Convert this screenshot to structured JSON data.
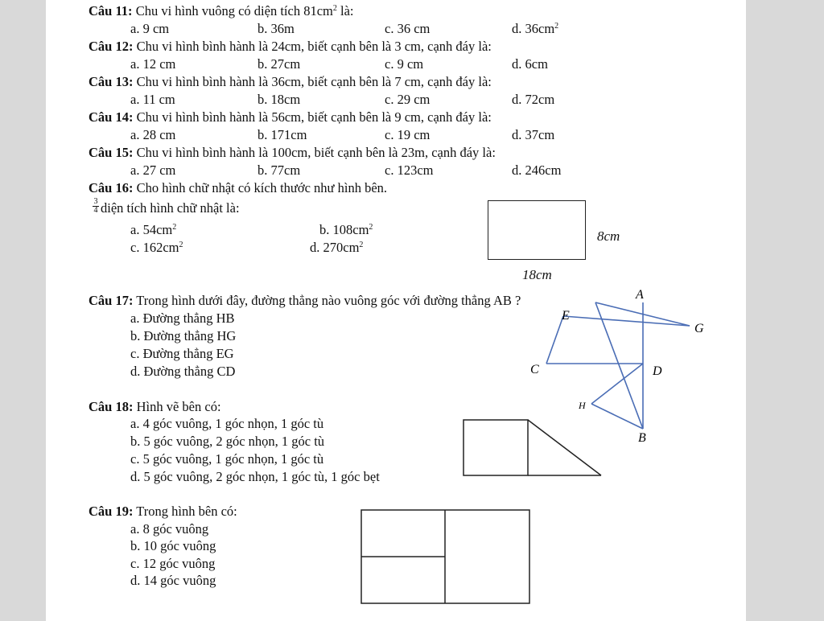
{
  "questions": [
    {
      "id": "11",
      "num": "Câu 11:",
      "text": " Chu vi hình vuông có diện tích 81cm",
      "sup": "2",
      "after": " là:",
      "options": [
        {
          "label": "a. 9 cm"
        },
        {
          "label": "b. 36m"
        },
        {
          "label": "c. 36 cm"
        },
        {
          "label": "d. 36cm",
          "sup": "2"
        }
      ]
    },
    {
      "id": "12",
      "num": "Câu 12:",
      "text": " Chu vi hình bình hành là 24cm, biết cạnh bên là 3 cm, cạnh đáy là:",
      "options": [
        {
          "label": "a. 12 cm"
        },
        {
          "label": "b. 27cm"
        },
        {
          "label": "c. 9 cm"
        },
        {
          "label": "d. 6cm"
        }
      ]
    },
    {
      "id": "13",
      "num": "Câu 13:",
      "text": " Chu vi hình bình hành là 36cm, biết cạnh bên là 7 cm, cạnh đáy là:",
      "options": [
        {
          "label": "a. 11 cm"
        },
        {
          "label": "b. 18cm"
        },
        {
          "label": "c. 29 cm"
        },
        {
          "label": "d. 72cm"
        }
      ]
    },
    {
      "id": "14",
      "num": "Câu 14:",
      "text": " Chu vi hình bình hành là 56cm, biết cạnh bên là 9 cm, cạnh đáy là:",
      "options": [
        {
          "label": "a. 28 cm"
        },
        {
          "label": "b. 171cm"
        },
        {
          "label": "c. 19 cm"
        },
        {
          "label": "d. 37cm"
        }
      ]
    },
    {
      "id": "15",
      "num": "Câu 15:",
      "text": " Chu vi hình bình hành là 100cm, biết cạnh bên là 23m, cạnh đáy là:",
      "options": [
        {
          "label": "a. 27 cm"
        },
        {
          "label": "b. 77cm"
        },
        {
          "label": "c. 123cm"
        },
        {
          "label": "d. 246cm"
        }
      ]
    }
  ],
  "q16": {
    "num": "Câu 16:",
    "text": " Cho hình chữ nhật có kích thước như hình bên.",
    "frac_num": "3",
    "frac_den": "4",
    "sub": " diện tích hình chữ nhật là:",
    "options": [
      {
        "label": "a. 54cm",
        "sup": "2"
      },
      {
        "label": "b. 108cm",
        "sup": "2"
      },
      {
        "label": "c. 162cm",
        "sup": "2"
      },
      {
        "label": "d. 270cm",
        "sup": "2"
      }
    ],
    "height_label": "8cm",
    "width_label": "18cm"
  },
  "q17": {
    "num": "Câu 17:",
    "text": " Trong hình dưới đây, đường thẳng nào vuông góc với đường thẳng AB ?",
    "options": [
      "a. Đường thẳng HB",
      "b. Đường thẳng HG",
      "c. Đường thẳng EG",
      "d. Đường thẳng CD"
    ],
    "points": {
      "A": "A",
      "E": "E",
      "G": "G",
      "C": "C",
      "D": "D",
      "H": "H",
      "B": "B"
    },
    "line_color": "#4a6db5"
  },
  "q18": {
    "num": "Câu 18:",
    "text": " Hình vẽ bên có:",
    "options": [
      "a. 4 góc vuông, 1 góc nhọn, 1 góc tù",
      "b. 5 góc vuông, 2 góc nhọn, 1 góc tù",
      "c. 5 góc vuông, 1 góc nhọn, 1 góc tù",
      "d. 5 góc vuông, 2 góc nhọn, 1 góc tù, 1 góc bẹt"
    ]
  },
  "q19": {
    "num": "Câu 19:",
    "text": " Trong hình bên có:",
    "options": [
      "a. 8 góc vuông",
      "b. 10 góc vuông",
      "c. 12 góc vuông",
      "d. 14 góc vuông"
    ]
  }
}
